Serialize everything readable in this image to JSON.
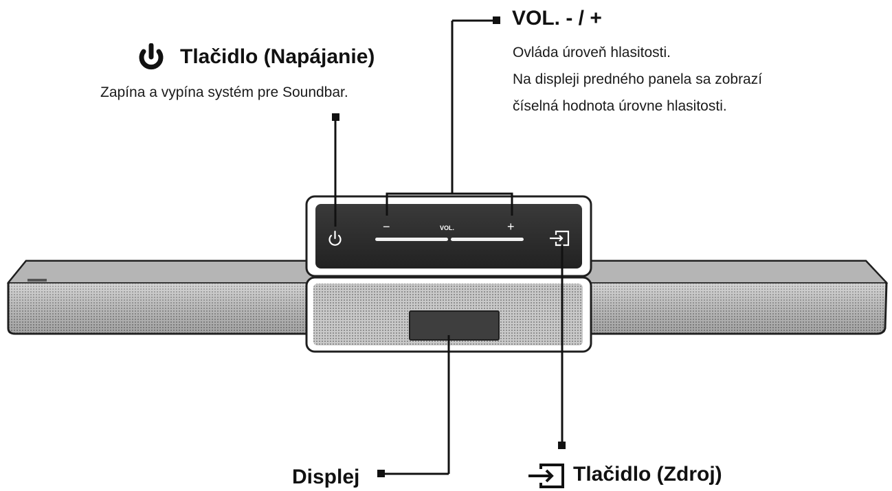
{
  "power": {
    "title": "Tlačidlo (Napájanie)",
    "description": "Zapína a vypína systém pre Soundbar.",
    "icon": "power-icon"
  },
  "volume": {
    "title": "VOL. - / +",
    "description_lines": [
      "Ovláda úroveň hlasitosti.",
      "Na displeji predného panela sa zobrazí",
      "číselná hodnota úrovne hlasitosti."
    ]
  },
  "display": {
    "title": "Displej"
  },
  "source": {
    "title": "Tlačidlo (Zdroj)",
    "icon": "source-input-icon"
  },
  "device": {
    "vol_label": "VOL.",
    "minus_symbol": "−",
    "plus_symbol": "+"
  }
}
